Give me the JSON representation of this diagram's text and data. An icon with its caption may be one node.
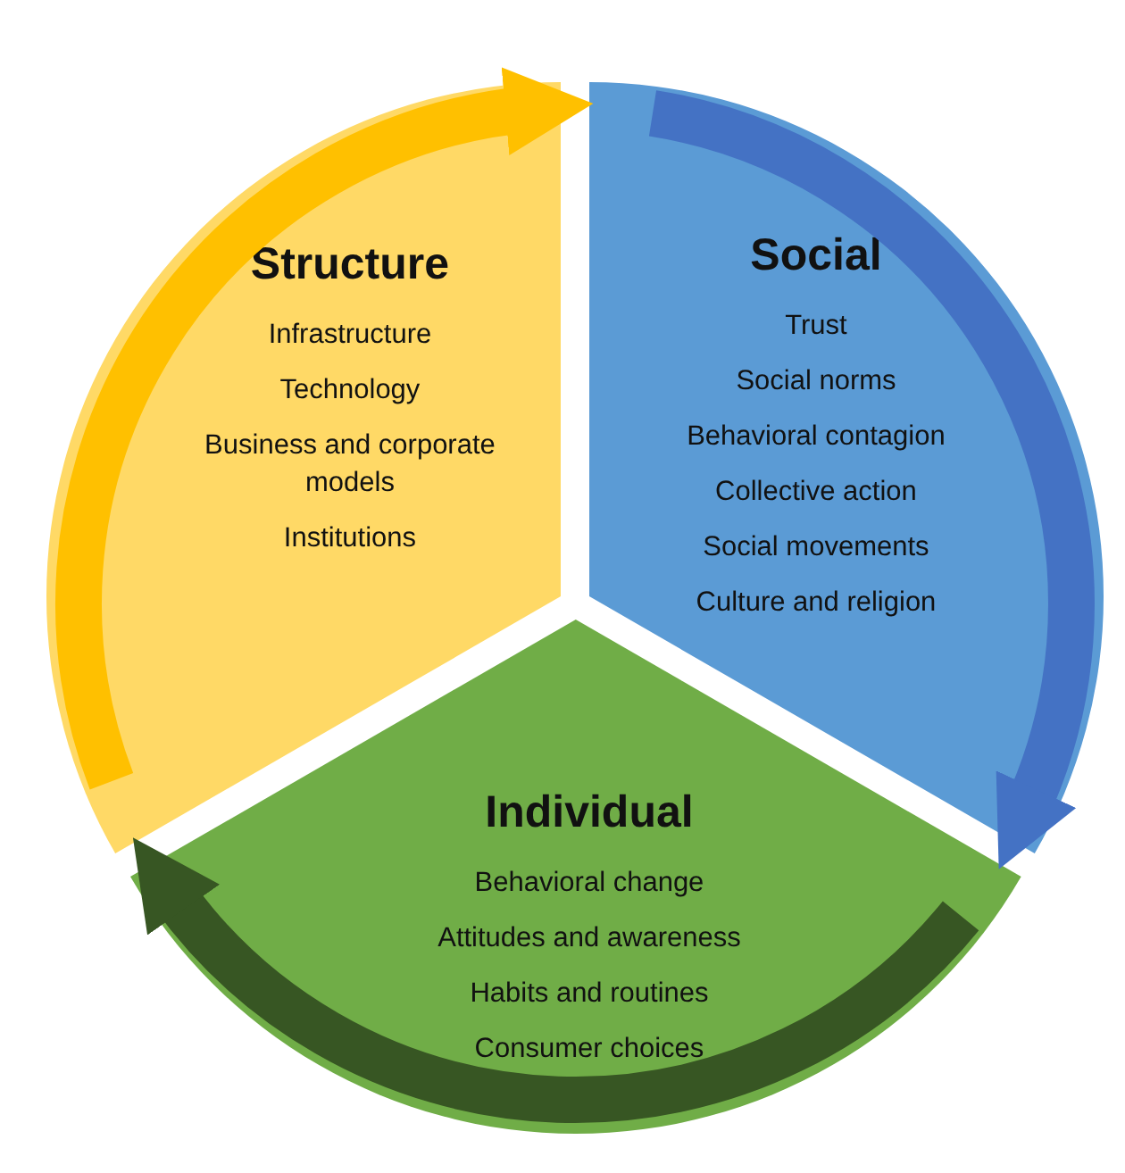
{
  "diagram": {
    "nodes": [
      {
        "text": [
          "Structure",
          "Infrastructure",
          "Technology",
          "Business and corporate models",
          "Institutions"
        ]
      },
      {
        "text": [
          "Social",
          "Trust",
          "Social norms",
          "Behavioral contagion",
          "Collective action",
          "Social movements",
          "Culture and religion"
        ]
      },
      {
        "text": [
          "Individual",
          "Behavioral change",
          "Attitudes and awareness",
          "Habits and routines",
          "Consumer choices"
        ]
      }
    ],
    "edges": [
      {
        "from": 0,
        "to": 1,
        "arrow": "to",
        "color": "#ffc000"
      },
      {
        "from": 1,
        "to": 2,
        "arrow": "to",
        "color": "#4472c4"
      },
      {
        "from": 2,
        "to": 0,
        "arrow": "to",
        "color": "#375623"
      }
    ]
  }
}
